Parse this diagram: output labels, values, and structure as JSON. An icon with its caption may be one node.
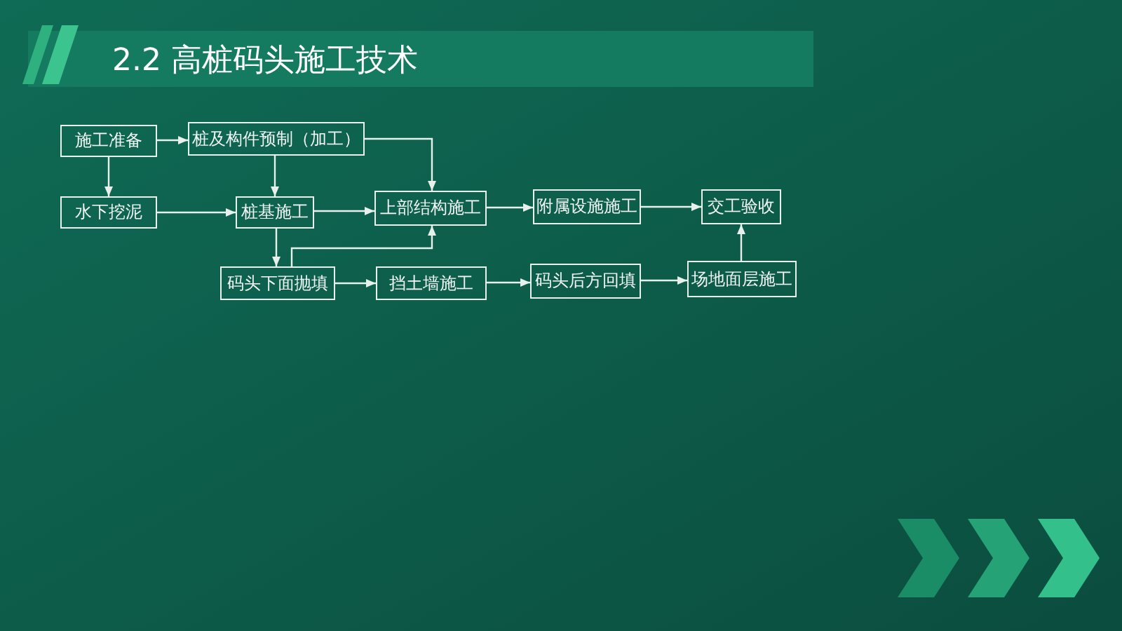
{
  "diagram": {
    "title": "2.2 高桩码头施工技术",
    "nodes": [
      {
        "text": [
          "施工准备"
        ]
      },
      {
        "text": [
          "桩及构件预制（加工）"
        ]
      },
      {
        "text": [
          "水下挖泥"
        ]
      },
      {
        "text": [
          "桩基施工"
        ]
      },
      {
        "text": [
          "上部结构施工"
        ]
      },
      {
        "text": [
          "附属设施施工"
        ]
      },
      {
        "text": [
          "交工验收"
        ]
      },
      {
        "text": [
          "码头下面抛填"
        ]
      },
      {
        "text": [
          "挡土墙施工"
        ]
      },
      {
        "text": [
          "码头后方回填"
        ]
      },
      {
        "text": [
          "场地面层施工"
        ]
      }
    ],
    "edges": [
      {
        "from": 0,
        "to": 1,
        "arrow": "to"
      },
      {
        "from": 0,
        "to": 2,
        "arrow": "to"
      },
      {
        "from": 1,
        "to": 3,
        "arrow": "to"
      },
      {
        "from": 1,
        "to": 4,
        "arrow": "to"
      },
      {
        "from": 2,
        "to": 3,
        "arrow": "to"
      },
      {
        "from": 3,
        "to": 4,
        "arrow": "to"
      },
      {
        "from": 3,
        "to": 7,
        "arrow": "to"
      },
      {
        "from": 7,
        "to": 4,
        "arrow": "to"
      },
      {
        "from": 7,
        "to": 8,
        "arrow": "to"
      },
      {
        "from": 4,
        "to": 5,
        "arrow": "to"
      },
      {
        "from": 5,
        "to": 6,
        "arrow": "to"
      },
      {
        "from": 8,
        "to": 9,
        "arrow": "to"
      },
      {
        "from": 9,
        "to": 10,
        "arrow": "to"
      },
      {
        "from": 10,
        "to": 6,
        "arrow": "to"
      }
    ]
  }
}
